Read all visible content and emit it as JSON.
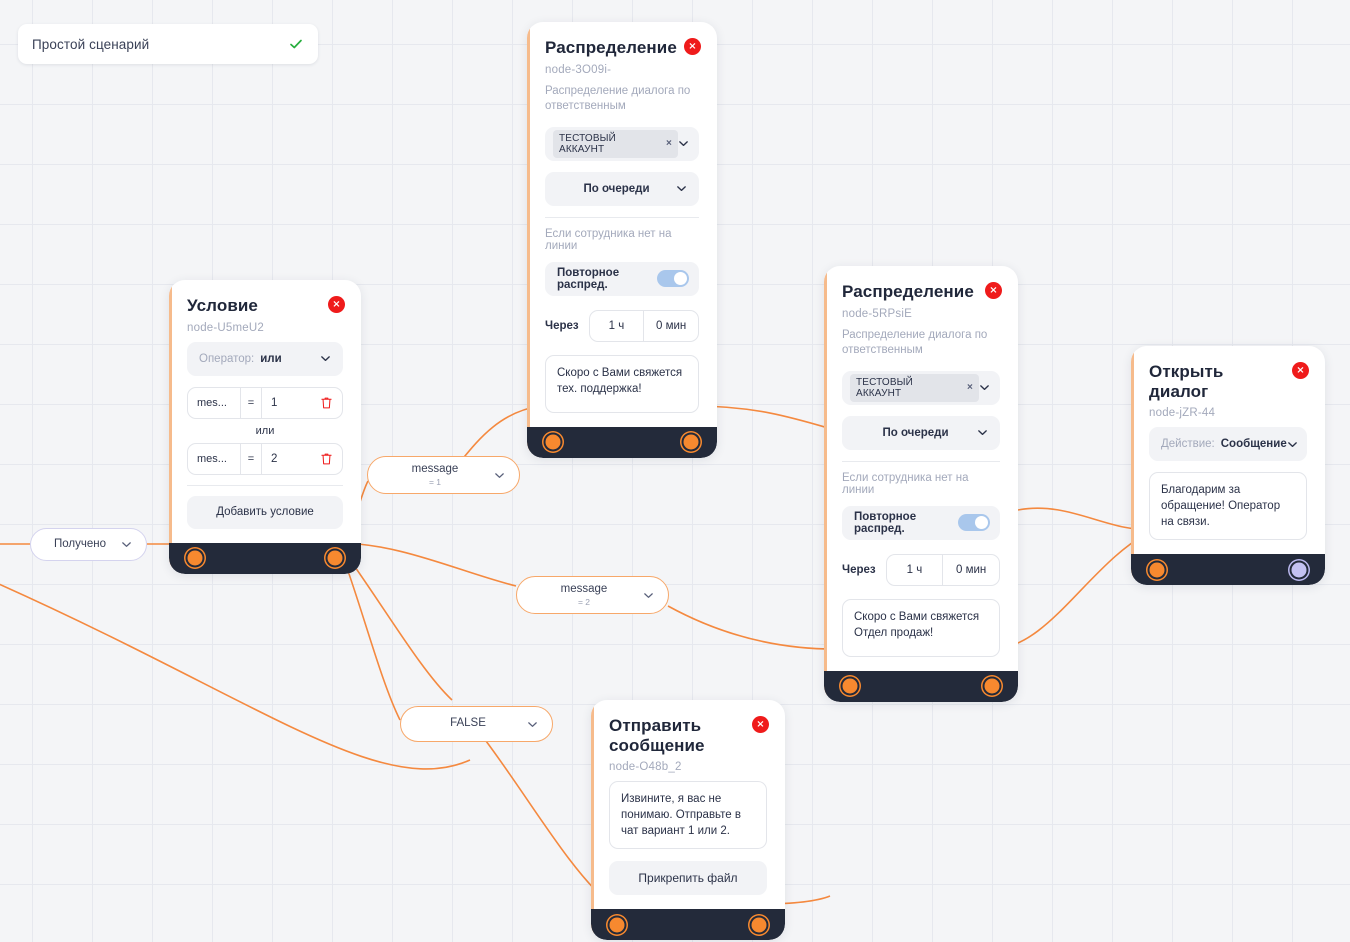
{
  "scenario": {
    "name": "Простой сценарий",
    "status_icon": "check-icon",
    "status_color": "#27ae3e"
  },
  "canvas": {
    "accent_color": "#f7892f",
    "edge_color": "#f4893f",
    "node_footer_color": "#232a3a",
    "background_color": "#f4f5f7",
    "grid_color": "#e6e8ee"
  },
  "nodes": [
    {
      "key": "distribution_support",
      "title": "Распределение",
      "id": "node-3O09i-",
      "description": "Распределение диалога по ответственным",
      "account_chip": "ТЕСТОВЫЙ АККАУНТ",
      "chip_remove": "×",
      "mode": "По очереди",
      "offline_hint": "Если сотрудника нет на линии",
      "redistribute_label": "Повторное распред.",
      "redistribute_on": true,
      "delay_label": "Через",
      "delay_hours": "1 ч",
      "delay_minutes": "0 мин",
      "message": "Скоро с Вами свяжется тех. поддержка!",
      "close_label": "×"
    },
    {
      "key": "condition",
      "title": "Условие",
      "id": "node-U5meU2",
      "operator_label": "Оператор:",
      "operator_value": "или",
      "or_label": "или",
      "add_condition": "Добавить условие",
      "close_label": "×",
      "rows": [
        {
          "field": "mes...",
          "op": "=",
          "value": "1",
          "delete_icon": "trash-icon"
        },
        {
          "field": "mes...",
          "op": "=",
          "value": "2",
          "delete_icon": "trash-icon"
        }
      ]
    },
    {
      "key": "distribution_sales",
      "title": "Распределение",
      "id": "node-5RPsiE",
      "description": "Распределение диалога по ответственным",
      "account_chip": "ТЕСТОВЫЙ АККАУНТ",
      "chip_remove": "×",
      "mode": "По очереди",
      "offline_hint": "Если сотрудника нет на линии",
      "redistribute_label": "Повторное распред.",
      "redistribute_on": true,
      "delay_label": "Через",
      "delay_hours": "1 ч",
      "delay_minutes": "0 мин",
      "message": "Скоро с Вами свяжется Отдел продаж!",
      "close_label": "×"
    },
    {
      "key": "open_dialog",
      "title": "Открыть диалог",
      "id": "node-jZR-44",
      "action_label": "Действие:",
      "action_value": "Сообщение",
      "message": "Благодарим за обращение! Оператор на связи.",
      "close_label": "×"
    },
    {
      "key": "send_message",
      "title": "Отправить сообщение",
      "id": "node-O48b_2",
      "message": "Извините, я вас не понимаю. Отправьте в чат вариант 1 или 2.",
      "attach_label": "Прикрепить файл",
      "close_label": "×"
    }
  ],
  "edge_labels": [
    {
      "key": "received",
      "main": "Получено",
      "sub": "",
      "style": "neutral"
    },
    {
      "key": "message_1",
      "main": "message",
      "sub": "= 1",
      "style": "accent"
    },
    {
      "key": "message_2",
      "main": "message",
      "sub": "= 2",
      "style": "accent"
    },
    {
      "key": "false",
      "main": "FALSE",
      "sub": "",
      "style": "accent"
    }
  ]
}
